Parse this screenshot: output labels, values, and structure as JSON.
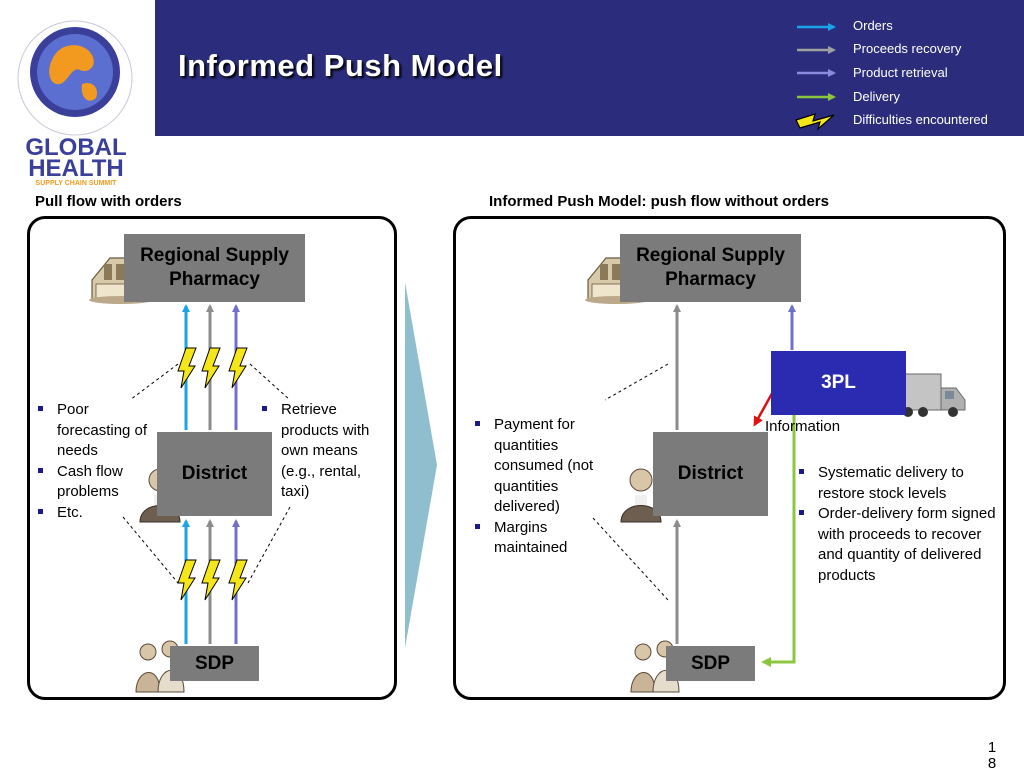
{
  "title": "Informed Push Model",
  "logo": {
    "line1": "GLOBAL",
    "line2": "HEALTH",
    "line3": "SUPPLY CHAIN SUMMIT"
  },
  "legend": [
    {
      "label": "Orders",
      "color": "#1aa3e8",
      "icon": "arrow"
    },
    {
      "label": "Proceeds recovery",
      "color": "#8c8c8c",
      "icon": "arrow"
    },
    {
      "label": "Product retrieval",
      "color": "#7070cc",
      "icon": "arrow"
    },
    {
      "label": "Delivery",
      "color": "#8cc63f",
      "icon": "arrow"
    },
    {
      "label": "Difficulties encountered",
      "color": "#f5e61a",
      "icon": "lightning"
    }
  ],
  "left": {
    "title": "Pull flow with orders",
    "rsp": "Regional Supply Pharmacy",
    "district": "District",
    "sdp": "SDP",
    "bullets_left": [
      "Poor forecasting of needs",
      "Cash flow problems",
      "Etc."
    ],
    "bullets_right": [
      "Retrieve products with own means (e.g., rental, taxi)"
    ]
  },
  "right": {
    "title": "Informed Push Model: push flow without orders",
    "rsp": "Regional Supply Pharmacy",
    "tpl": "3PL",
    "district": "District",
    "sdp": "SDP",
    "information_label": "Information",
    "bullets_left": [
      "Payment for quantities consumed (not quantities delivered)",
      "Margins maintained"
    ],
    "bullets_right": [
      "Systematic delivery to restore stock levels",
      "Order-delivery form signed with proceeds to recover and quantity of delivered products"
    ]
  },
  "page_number": "18",
  "colors": {
    "header": "#2b2d7c",
    "orders": "#1aa3e8",
    "proceeds": "#8c8c8c",
    "retrieval": "#7070cc",
    "delivery": "#8cc63f",
    "lightning": "#f5e61a",
    "information_arrow": "#e01010",
    "chevron": "#8fbfcf",
    "tpl_box": "#2a2bb0",
    "node": "#7b7b7b"
  }
}
